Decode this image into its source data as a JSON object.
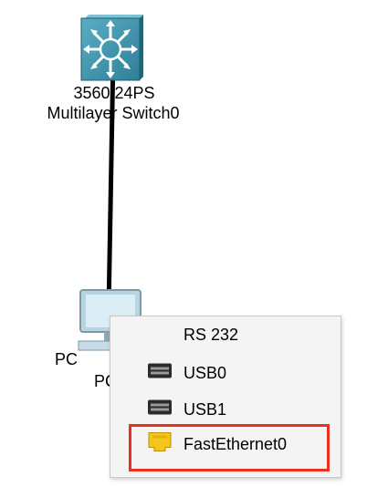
{
  "devices": {
    "switch": {
      "model": "3560 24PS",
      "name": "Multilayer Switch0",
      "icon": "multilayer-switch-icon",
      "color": "#3a8fa8"
    },
    "pc": {
      "label_line1": "PC",
      "label_line2": "PC",
      "icon": "pc-icon"
    }
  },
  "port_menu": {
    "items": [
      {
        "label": "RS 232",
        "icon": ""
      },
      {
        "label": "USB0",
        "icon": "usb-port-icon"
      },
      {
        "label": "USB1",
        "icon": "usb-port-icon"
      },
      {
        "label": "FastEthernet0",
        "icon": "ethernet-port-icon"
      }
    ],
    "highlighted_item": "FastEthernet0",
    "highlight_color": "#e8321f",
    "ethernet_icon_color": "#f5c518"
  }
}
